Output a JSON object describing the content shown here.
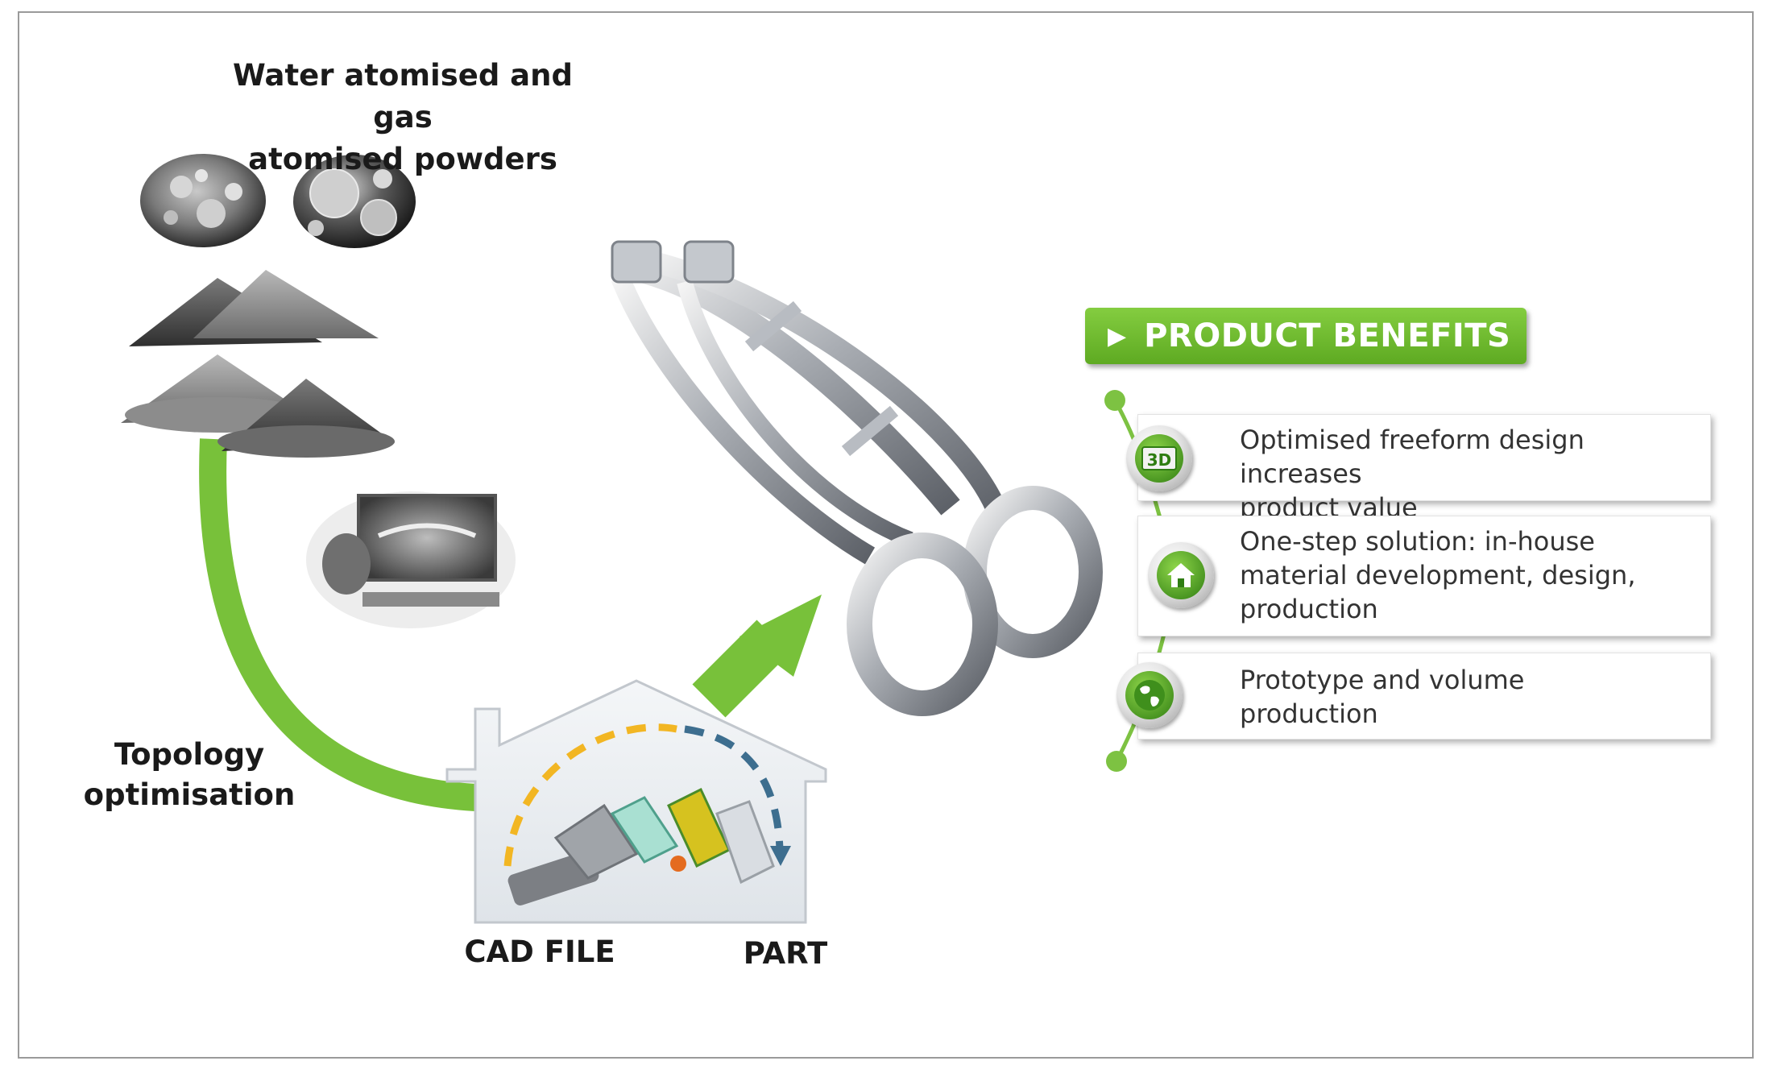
{
  "powders": {
    "title_line1": "Water atomised and gas",
    "title_line2": "atomised powders"
  },
  "topology": {
    "line1": "Topology",
    "line2": "optimisation"
  },
  "cad_label": "CAD FILE",
  "part_label": "PART",
  "benefits": {
    "heading": "PRODUCT BENEFITS",
    "items": [
      {
        "line1": "Optimised freeform design increases",
        "line2": "product value",
        "icon": "3d-icon"
      },
      {
        "line1": "One-step solution: in-house",
        "line2": "material development, design,",
        "line3": "production",
        "icon": "house-icon"
      },
      {
        "line1": "Prototype and volume",
        "line2": "production",
        "icon": "globe-icon"
      }
    ]
  },
  "colors": {
    "accent_green": "#7dc242",
    "arc_yellow": "#f2b623",
    "arc_blue": "#3d6e8f"
  }
}
